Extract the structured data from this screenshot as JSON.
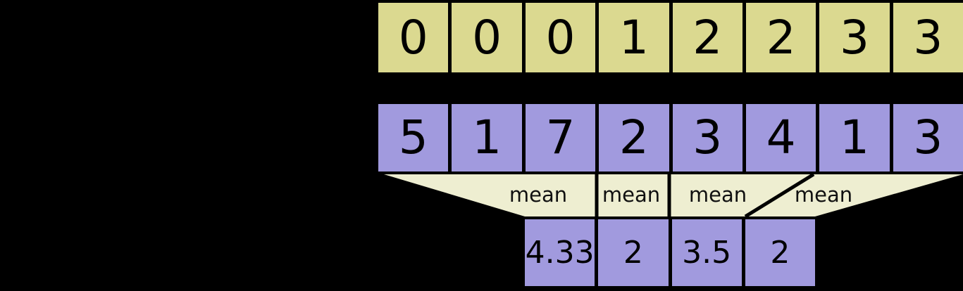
{
  "diagram": {
    "description": "Segment mean operation diagram on black background",
    "colors": {
      "background": "#000000",
      "segment_row_fill": "#dbd990",
      "data_row_fill": "#a19ade",
      "funnel_fill": "#eeeed1",
      "divider": "#000000",
      "text": "#101010"
    },
    "segment_ids": {
      "values": [
        "0",
        "0",
        "0",
        "1",
        "2",
        "2",
        "3",
        "3"
      ]
    },
    "data": {
      "values": [
        "5",
        "1",
        "7",
        "2",
        "3",
        "4",
        "1",
        "3"
      ]
    },
    "operations": {
      "labels": [
        "mean",
        "mean",
        "mean",
        "mean"
      ]
    },
    "result": {
      "values": [
        "4.33",
        "2",
        "3.5",
        "2"
      ]
    }
  }
}
